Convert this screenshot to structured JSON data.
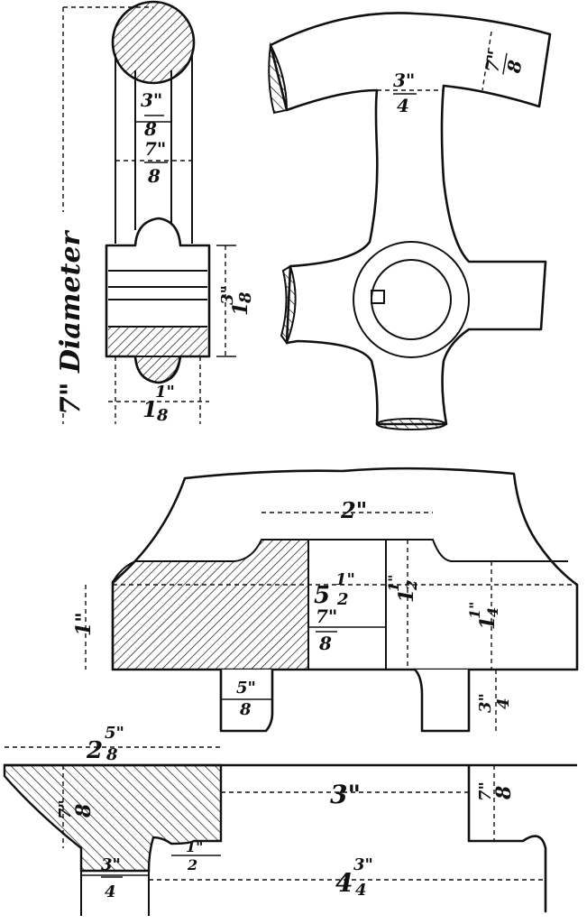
{
  "labels": {
    "diameter": "7\" Diameter",
    "rim_thickness": "7\"",
    "rim_thickness_den": "8",
    "spoke_width": "3\"",
    "spoke_width_den": "4",
    "groove_inner": "3\"",
    "groove_inner_den": "8",
    "groove_outer": "7\"",
    "groove_outer_den": "8",
    "hub_height": "1",
    "hub_height_frac": "3\"",
    "hub_height_den": "8",
    "hub_bottom": "1",
    "hub_bottom_frac": "1\"",
    "hub_bottom_den": "8",
    "top_width": "2\"",
    "overall_width": "5",
    "overall_width_frac": "1\"",
    "overall_width_den": "2",
    "left_height": "1\"",
    "center_gap": "7\"",
    "center_gap_den": "8",
    "center_height": "1",
    "center_height_frac": "1\"",
    "center_height_den": "2",
    "right_height": "1",
    "right_height_frac": "1\"",
    "right_height_den": "4",
    "lug_width": "5\"",
    "lug_width_den": "8",
    "lug_height": "3\"",
    "lug_height_den": "4",
    "base_left": "2",
    "base_left_frac": "5\"",
    "base_left_den": "8",
    "base_thickness": "7\"",
    "base_thickness_den": "8",
    "base_gap": "3\"",
    "base_right_thickness": "7\"",
    "base_right_den": "8",
    "notch": "1\"",
    "notch_den": "2",
    "base_edge": "3\"",
    "base_edge_den": "4",
    "base_span": "4",
    "base_span_frac": "3\"",
    "base_span_den": "4"
  }
}
